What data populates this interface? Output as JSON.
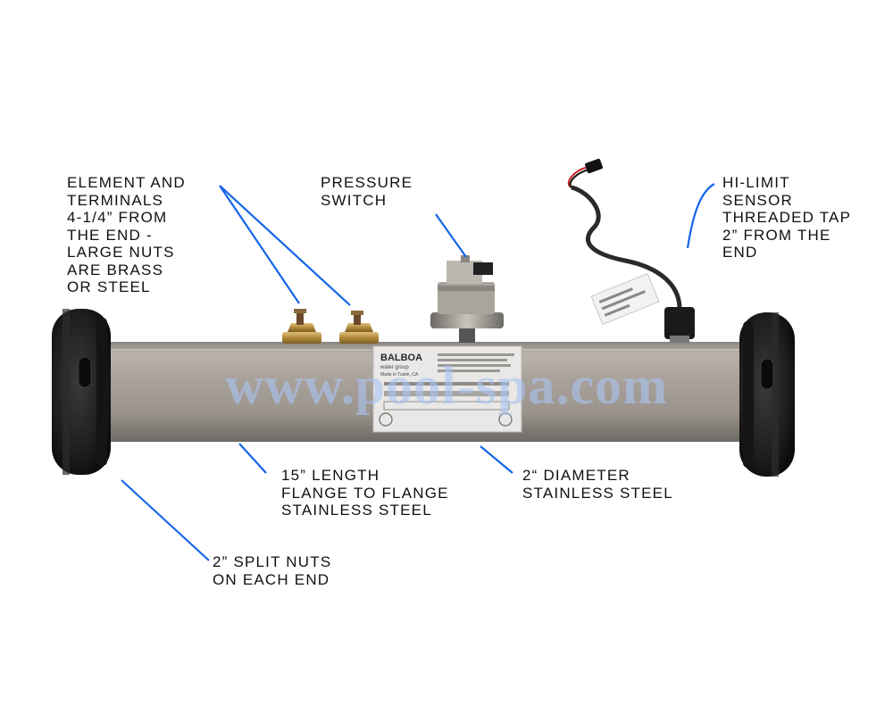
{
  "callouts": {
    "element": {
      "lines": [
        "ELEMENT AND",
        "TERMINALS",
        "4-1/4” FROM",
        "THE END -",
        "LARGE NUTS",
        "ARE BRASS",
        "OR STEEL"
      ]
    },
    "pressure_switch": {
      "lines": [
        "PRESSURE",
        "SWITCH"
      ]
    },
    "hi_limit": {
      "lines": [
        "HI-LIMIT",
        "SENSOR",
        "THREADED TAP",
        "2” FROM THE",
        "END"
      ]
    },
    "length": {
      "lines": [
        "15” LENGTH",
        "FLANGE TO FLANGE",
        "STAINLESS STEEL"
      ]
    },
    "diameter": {
      "lines": [
        "2“ DIAMETER",
        "STAINLESS STEEL"
      ]
    },
    "split_nuts": {
      "lines": [
        "2” SPLIT NUTS",
        "ON EACH END"
      ]
    }
  },
  "label_printing": {
    "brand": "BALBOA",
    "brand_sub": "water group",
    "made_in": "Made in Tustin, CA"
  },
  "watermark": "www.pool-spa.com",
  "colors": {
    "leader_line": "#1565e8",
    "tube": "#a39c96",
    "flange": "#222222",
    "watermark": "#aac3f0"
  }
}
